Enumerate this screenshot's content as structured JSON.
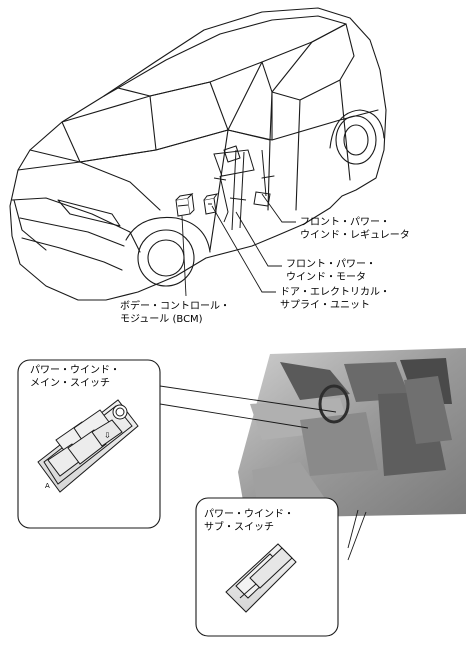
{
  "labels": {
    "front_power_window_regulator": "フロント・パワー・\nウインド・レギュレータ",
    "front_power_window_motor": "フロント・パワー・\nウインド・モータ",
    "door_electrical_supply_unit": "ドア・エレクトリカル・\nサプライ・ユニット",
    "body_control_module": "ボデー・コントロール・\nモジュール (BCM)",
    "power_window_main_switch": "パワー・ウインド・\nメイン・スイッチ",
    "power_window_sub_switch": "パワー・ウインド・\nサブ・スイッチ"
  },
  "switch_markings": {
    "lock": "A",
    "auto_down": "⇩"
  }
}
